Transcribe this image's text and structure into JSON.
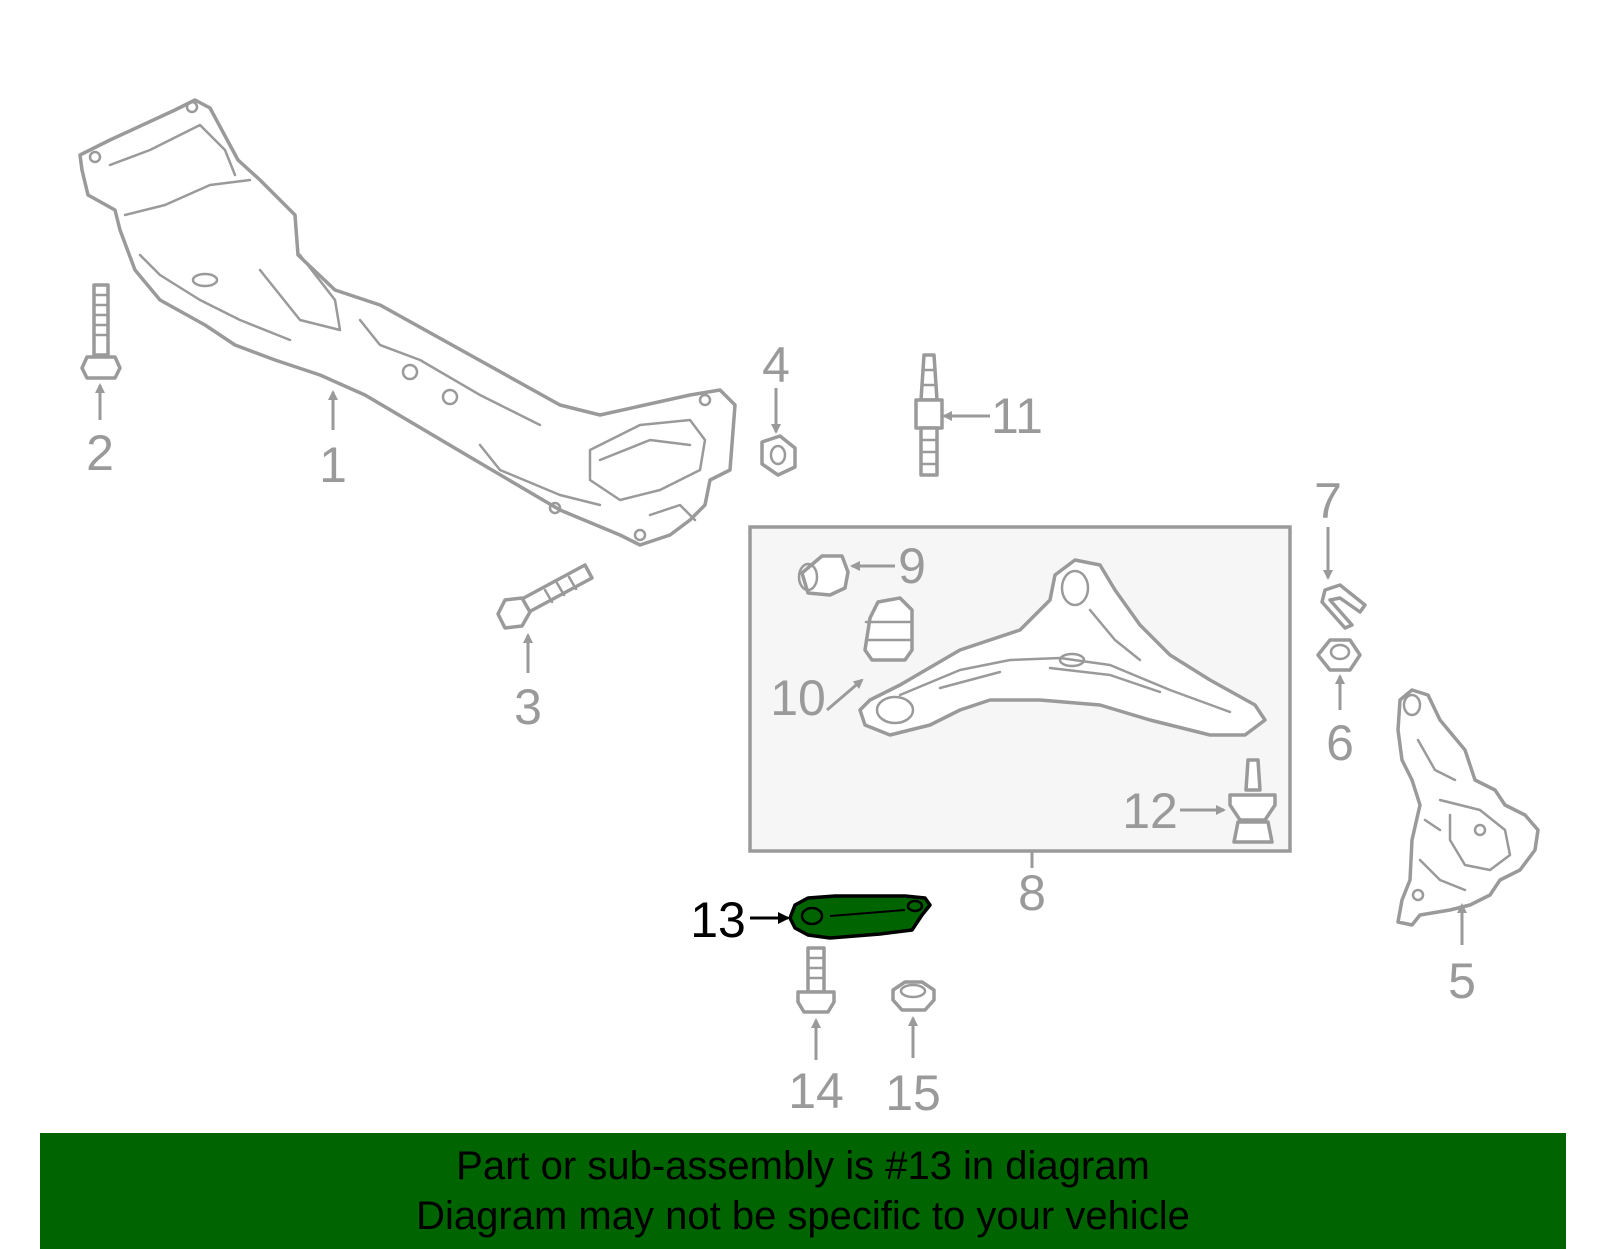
{
  "diagram": {
    "callouts": {
      "c1": "1",
      "c2": "2",
      "c3": "3",
      "c4": "4",
      "c5": "5",
      "c6": "6",
      "c7": "7",
      "c8": "8",
      "c9": "9",
      "c10": "10",
      "c11": "11",
      "c12": "12",
      "c13": "13",
      "c14": "14",
      "c15": "15"
    },
    "highlighted_part": "13",
    "colors": {
      "highlight": "#006400",
      "line_art": "#9a9a9a",
      "banner": "#006400"
    }
  },
  "banner": {
    "line1": "Part or sub-assembly is #13 in diagram",
    "line2": "Diagram may not be specific to your vehicle"
  }
}
